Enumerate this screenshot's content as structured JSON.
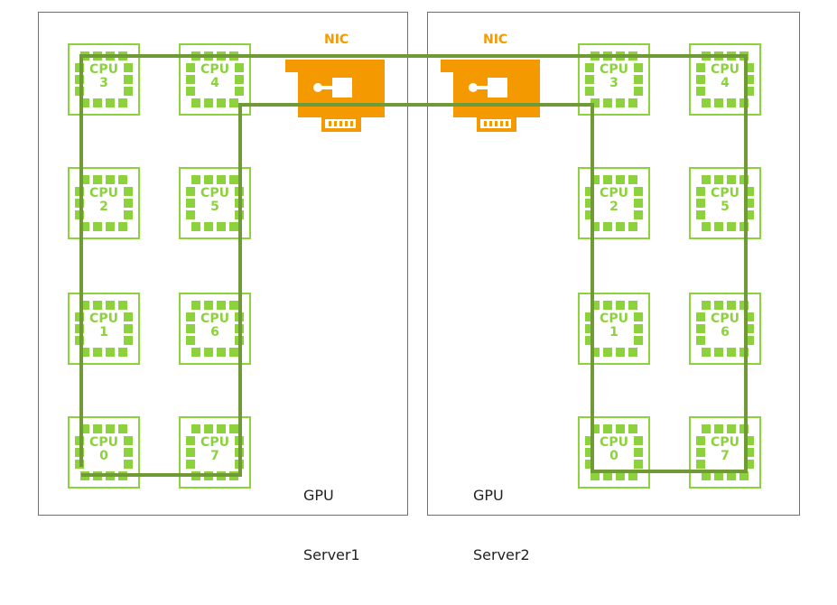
{
  "colors": {
    "cpu_green": "#8cd23c",
    "link_green": "#6f9a35",
    "nic_orange": "#f49a00",
    "border_gray": "#6f6f6f"
  },
  "servers": [
    {
      "id": "server1",
      "label_line1": "GPU",
      "label_line2": "Server1",
      "nic_label": "NIC",
      "cpus": [
        {
          "id": "cpu3",
          "label": "CPU",
          "number": "3"
        },
        {
          "id": "cpu4",
          "label": "CPU",
          "number": "4"
        },
        {
          "id": "cpu2",
          "label": "CPU",
          "number": "2"
        },
        {
          "id": "cpu5",
          "label": "CPU",
          "number": "5"
        },
        {
          "id": "cpu1",
          "label": "CPU",
          "number": "1"
        },
        {
          "id": "cpu6",
          "label": "CPU",
          "number": "6"
        },
        {
          "id": "cpu0",
          "label": "CPU",
          "number": "0"
        },
        {
          "id": "cpu7",
          "label": "CPU",
          "number": "7"
        }
      ]
    },
    {
      "id": "server2",
      "label_line1": "GPU",
      "label_line2": "Server2",
      "nic_label": "NIC",
      "cpus": [
        {
          "id": "cpu3",
          "label": "CPU",
          "number": "3"
        },
        {
          "id": "cpu4",
          "label": "CPU",
          "number": "4"
        },
        {
          "id": "cpu2",
          "label": "CPU",
          "number": "2"
        },
        {
          "id": "cpu5",
          "label": "CPU",
          "number": "5"
        },
        {
          "id": "cpu1",
          "label": "CPU",
          "number": "1"
        },
        {
          "id": "cpu6",
          "label": "CPU",
          "number": "6"
        },
        {
          "id": "cpu0",
          "label": "CPU",
          "number": "0"
        },
        {
          "id": "cpu7",
          "label": "CPU",
          "number": "7"
        }
      ]
    }
  ]
}
